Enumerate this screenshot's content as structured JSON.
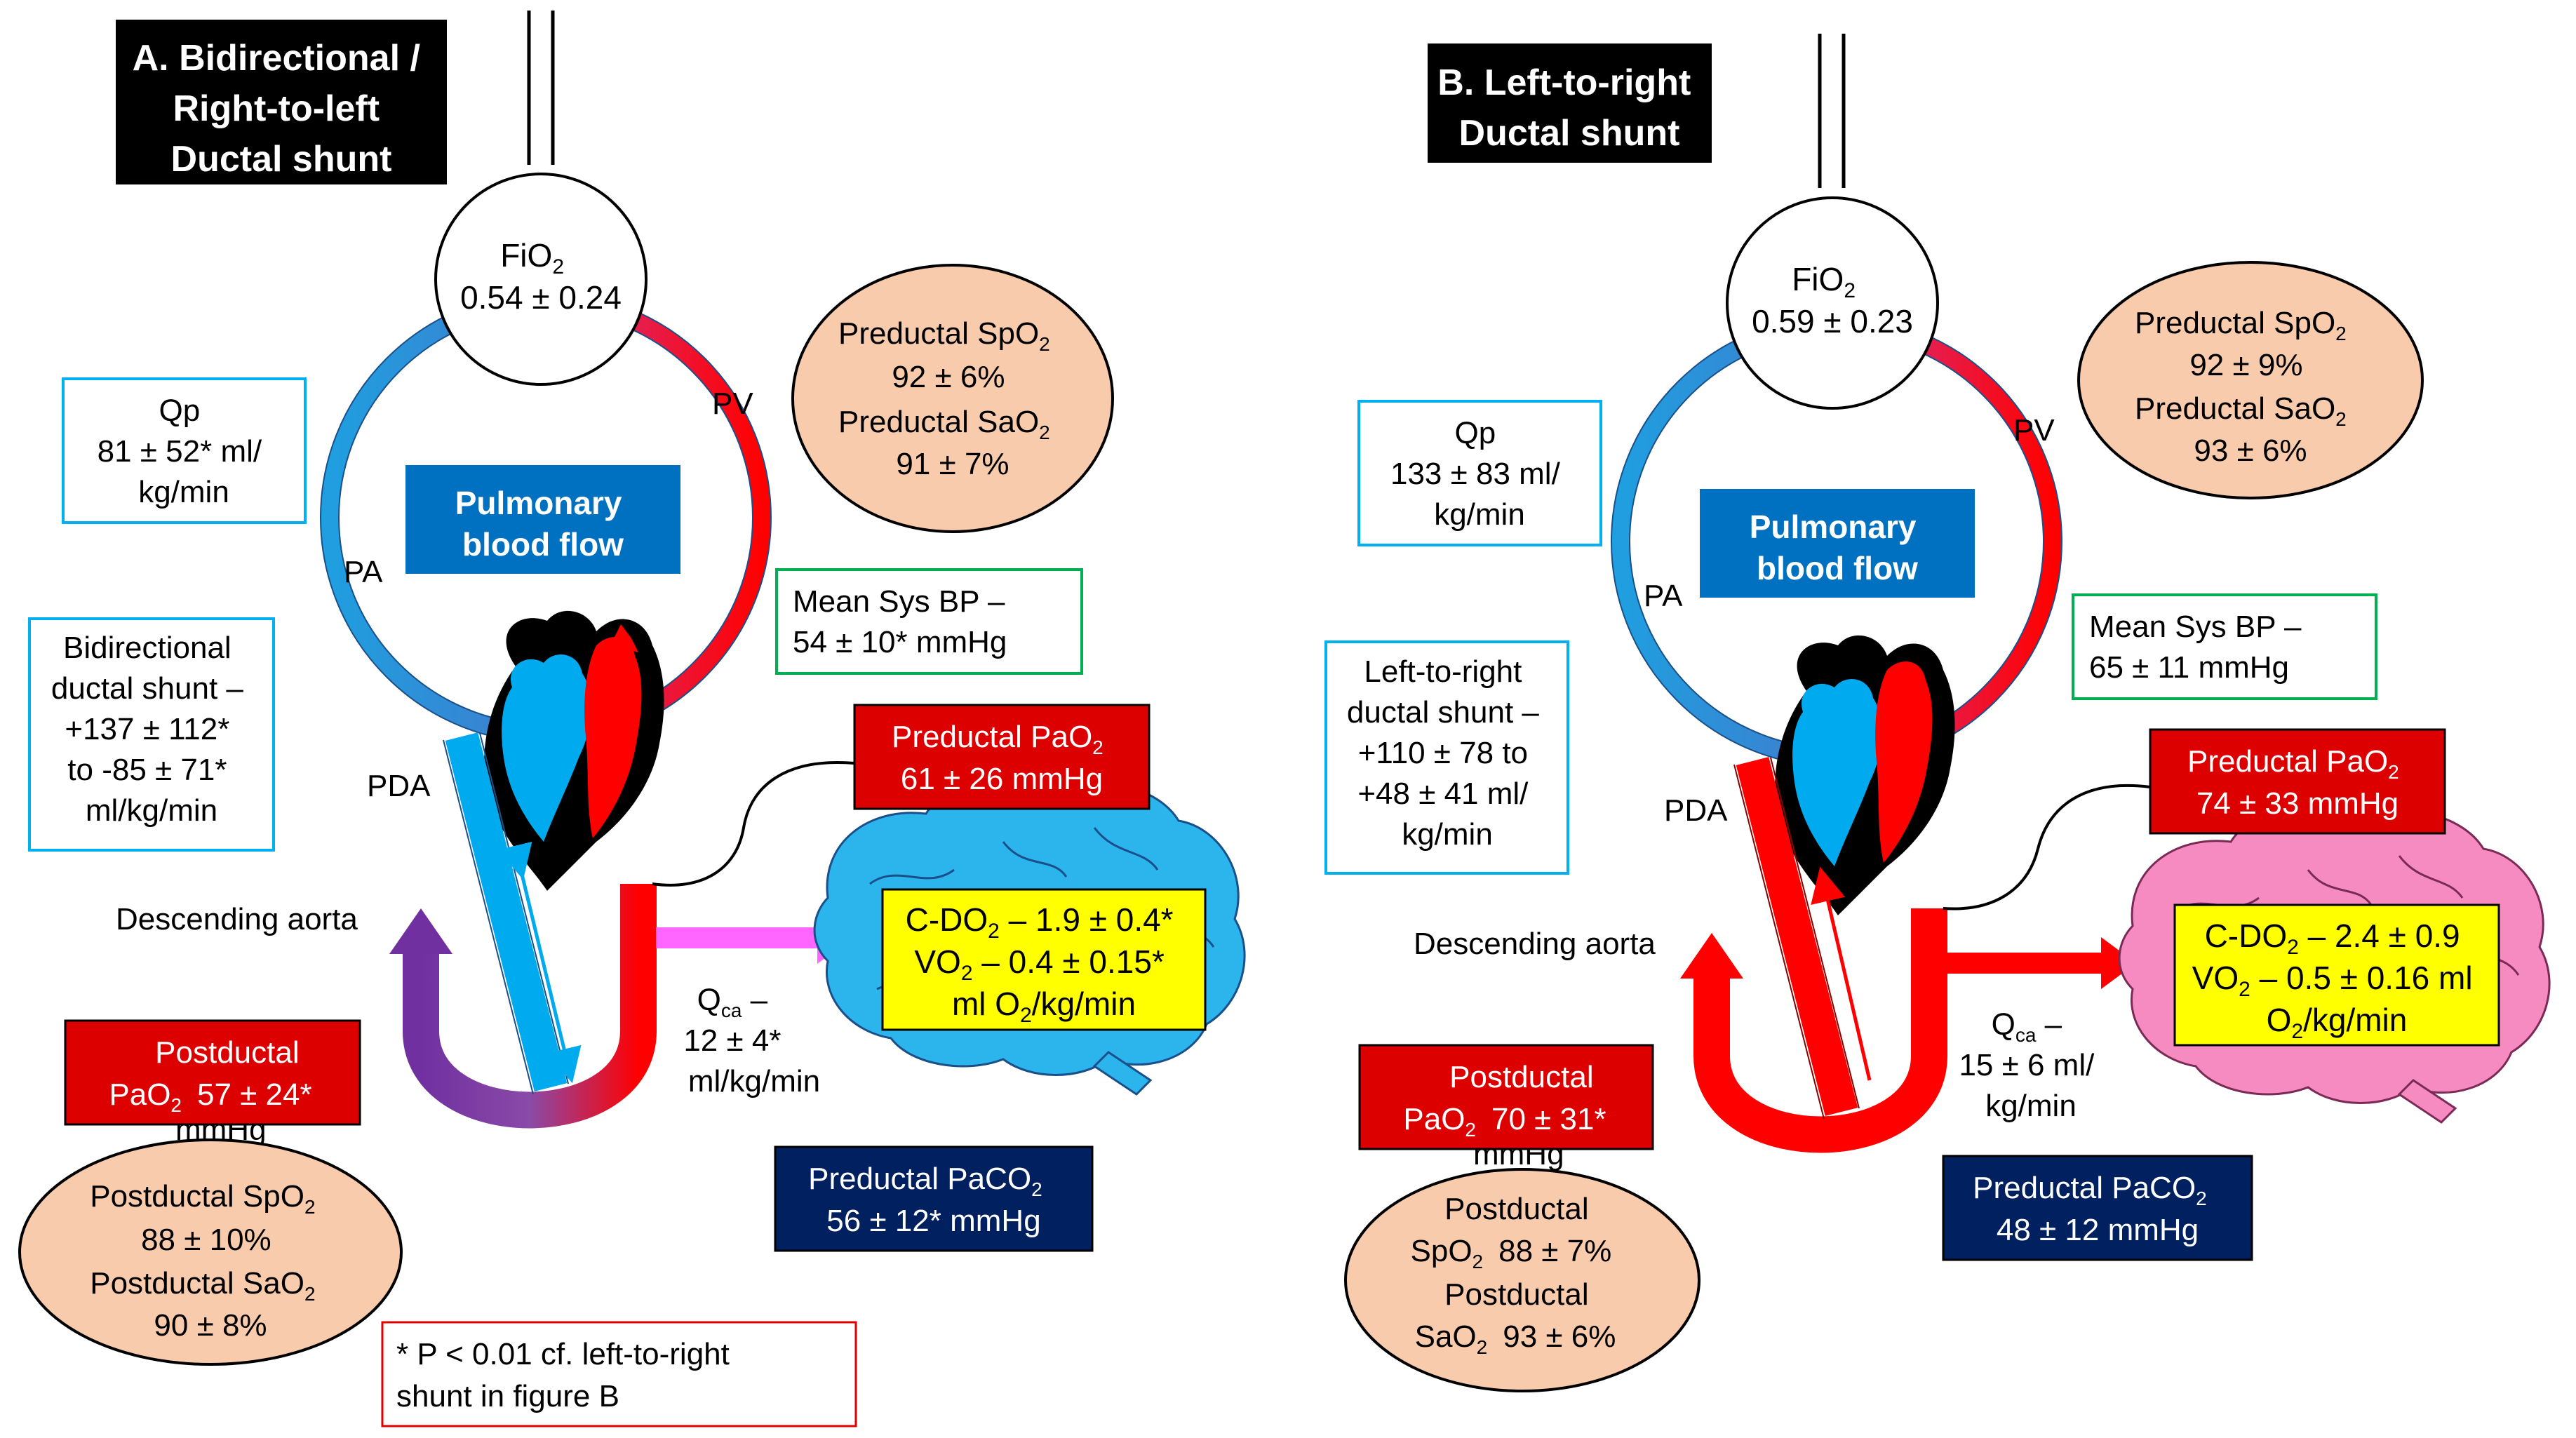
{
  "colors": {
    "arterial": "#ff0000",
    "venous": "#00aaee",
    "label_dark_red": "#dd0000",
    "navy": "#002060",
    "peach": "#f8cbad",
    "yellow": "#ffff00",
    "pulmonary_blue": "#0070c0",
    "cyan_border": "#00b0f0",
    "green_border": "#00b050",
    "brain_blue": "#2bb5ec",
    "brain_pink": "#f58bc0",
    "violet": "#7030a0",
    "magenta": "#ff66ff"
  },
  "footnote": {
    "line1": "* P < 0.01 cf. left-to-right",
    "line2": "shunt in figure B"
  },
  "panel_a": {
    "title": [
      "A. Bidirectional /",
      "Right-to-left",
      "Ductal shunt"
    ],
    "fio2_label": "FiO",
    "fio2_sub": "2",
    "fio2_value": "0.54 ± 0.24",
    "qp": [
      "Qp",
      "81 ± 52* ml/",
      "kg/min"
    ],
    "pv": "PV",
    "pa": "PA",
    "pda": "PDA",
    "pulmonary": [
      "Pulmonary",
      "blood flow"
    ],
    "preductal_spo2_label": "Preductal SpO",
    "preductal_spo2_value": "92 ± 6%",
    "preductal_sao2_label": "Preductal SaO",
    "preductal_sao2_value": "91 ± 7%",
    "mean_bp": [
      "Mean Sys BP –",
      "54 ± 10* mmHg"
    ],
    "shunt": [
      "Bidirectional",
      "ductal shunt –",
      "+137 ± 112*",
      "to -85 ± 71*",
      "ml/kg/min"
    ],
    "preductal_pao2_label": "Preductal PaO",
    "preductal_pao2_value": "61 ± 26 mmHg",
    "cdo2_label": "C-DO",
    "cdo2_value": " – 1.9 ± 0.4*",
    "vo2_label": "VO",
    "vo2_value": " – 0.4 ± 0.15*",
    "vo2_unit_a": "ml O",
    "vo2_unit_b": "/kg/min",
    "descending_aorta": "Descending aorta",
    "qca_label": "Q",
    "qca_sub": "ca",
    "qca_lines": [
      " –",
      "12 ± 4*",
      "ml/kg/min"
    ],
    "postductal_pao2_line1": "Postductal",
    "postductal_pao2_label": "PaO",
    "postductal_pao2_value": "57 ± 24*",
    "postductal_pao2_overflow": "mmHg",
    "postductal_spo2_label": "Postductal SpO",
    "postductal_spo2_value": "88 ± 10%",
    "postductal_sao2_label": "Postductal SaO",
    "postductal_sao2_value": "90 ± 8%",
    "paco2_label": "Preductal PaCO",
    "paco2_value": "56 ± 12* mmHg"
  },
  "panel_b": {
    "title": [
      "B. Left-to-right",
      "Ductal shunt"
    ],
    "fio2_label": "FiO",
    "fio2_sub": "2",
    "fio2_value": "0.59 ± 0.23",
    "qp": [
      "Qp",
      "133 ± 83 ml/",
      "kg/min"
    ],
    "pv": "PV",
    "pa": "PA",
    "pda": "PDA",
    "pulmonary": [
      "Pulmonary",
      "blood flow"
    ],
    "preductal_spo2_label": "Preductal SpO",
    "preductal_spo2_value": "92 ± 9%",
    "preductal_sao2_label": "Preductal SaO",
    "preductal_sao2_value": "93 ± 6%",
    "mean_bp": [
      "Mean Sys BP –",
      "65 ± 11 mmHg"
    ],
    "shunt": [
      "Left-to-right",
      "ductal shunt –",
      "+110 ± 78 to",
      "+48 ± 41 ml/",
      "kg/min"
    ],
    "preductal_pao2_label": "Preductal PaO",
    "preductal_pao2_value": "74 ± 33 mmHg",
    "cdo2_label": "C-DO",
    "cdo2_value": " – 2.4 ± 0.9",
    "vo2_label": "VO",
    "vo2_value": " – 0.5 ± 0.16 ml",
    "vo2_unit_a": "O",
    "vo2_unit_b": "/kg/min",
    "descending_aorta": "Descending aorta",
    "qca_label": "Q",
    "qca_sub": "ca",
    "qca_lines": [
      " –",
      "15 ± 6 ml/",
      "kg/min"
    ],
    "postductal_pao2_line1": "Postductal",
    "postductal_pao2_label": "PaO",
    "postductal_pao2_value": "70 ± 31*",
    "postductal_pao2_overflow": "mmHg",
    "postductal_spo2_line1": "Postductal",
    "postductal_spo2_label": "SpO",
    "postductal_spo2_value": "88 ± 7%",
    "postductal_sao2_line1": "Postductal",
    "postductal_sao2_label": "SaO",
    "postductal_sao2_value": "93 ± 6%",
    "paco2_label": "Preductal PaCO",
    "paco2_value": "48 ± 12 mmHg"
  }
}
